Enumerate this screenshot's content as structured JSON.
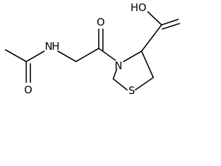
{
  "molecule": {
    "atoms": {
      "carboxyl": "HO",
      "acetyl_carbonyl_oxygen": "O",
      "amide_nitrogen": "N",
      "amide_hydrogen": "H",
      "glycyl_carbonyl_oxygen": "O",
      "ring_nitrogen": "N",
      "ring_sulfur": "S"
    }
  }
}
